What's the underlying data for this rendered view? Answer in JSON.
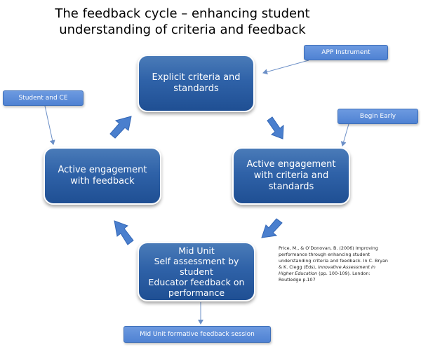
{
  "title_line1": "The feedback cycle – enhancing student",
  "title_line2": "understanding of criteria and feedback",
  "boxes": {
    "top": "Explicit criteria and standards",
    "right": "Active engagement with criteria and standards",
    "left": "Active engagement with feedback",
    "bottom": {
      "line1": "Mid Unit",
      "line2": "Self assessment by student",
      "line3": "Educator feedback on performance"
    }
  },
  "callouts": {
    "app": "APP Instrument",
    "begin": "Begin Early",
    "student": "Student and CE",
    "mid": "Mid Unit formative feedback session"
  },
  "reference": {
    "part1": "Price, M., & O’Donovan, B. (2006) Improving performance through enhancing student understanding criteria and feedback. In C. Bryan & K. Clegg (Eds), ",
    "italic": "Innovative Assessment in Higher Education",
    "part2": " (pp. 100-109). London: Routledge p.107"
  },
  "colors": {
    "box": "#2f62a8",
    "callout": "#5b8fd9",
    "arrow": "#4a7fce"
  }
}
